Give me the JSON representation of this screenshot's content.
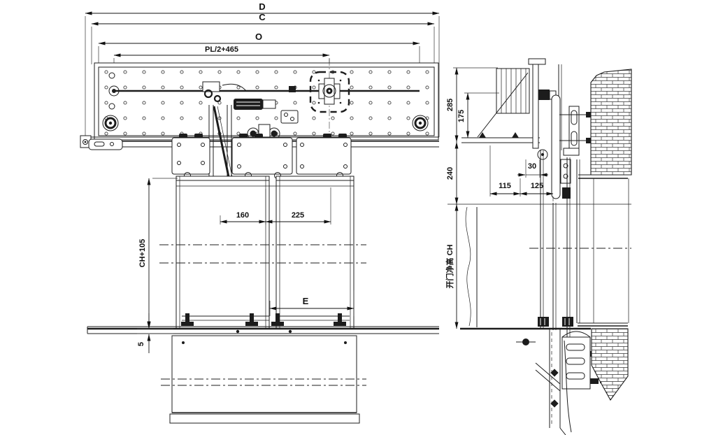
{
  "colors": {
    "line": "#1c1c1c",
    "background": "#ffffff"
  },
  "dims": {
    "front": {
      "D": "D",
      "C": "C",
      "O": "O",
      "PL": "PL/2+465",
      "w160": "160",
      "w225": "225",
      "E": "E",
      "CH105": "CH+105",
      "s5": "5"
    },
    "side": {
      "h285": "285",
      "h175": "175",
      "h240": "240",
      "w30": "30",
      "w115": "115",
      "w125": "125",
      "CH": "开门净高  CH"
    }
  }
}
